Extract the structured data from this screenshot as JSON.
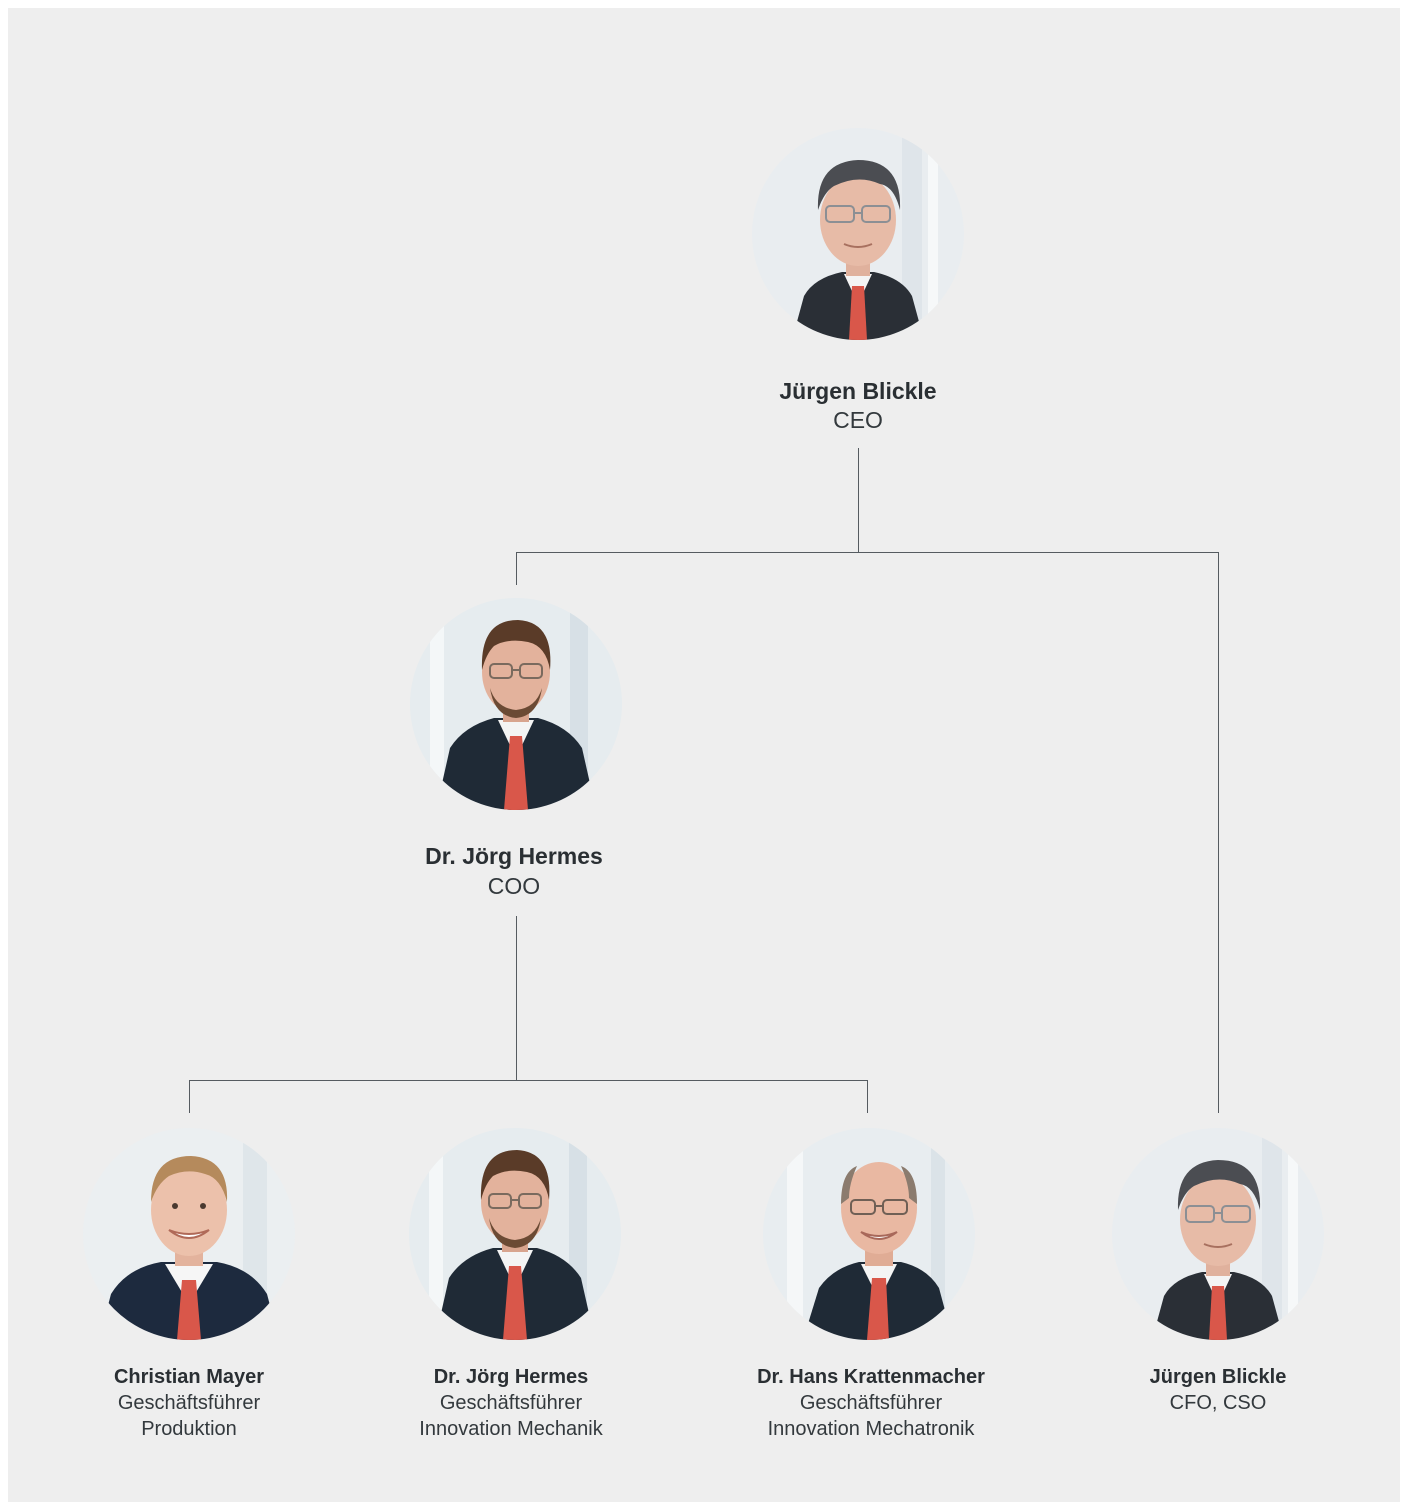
{
  "people": {
    "ceo": {
      "name": "Jürgen Blickle",
      "role_lines": [
        "CEO"
      ],
      "portrait_icon": "portrait-older-man-glasses"
    },
    "coo": {
      "name": "Dr. Jörg Hermes",
      "role_lines": [
        "COO"
      ],
      "portrait_icon": "portrait-bearded-man-glasses"
    },
    "produktion": {
      "name": "Christian Mayer",
      "role_lines": [
        "Geschäftsführer",
        "Produktion"
      ],
      "portrait_icon": "portrait-smiling-man"
    },
    "mechanik": {
      "name": "Dr. Jörg Hermes",
      "role_lines": [
        "Geschäftsführer",
        "Innovation Mechanik"
      ],
      "portrait_icon": "portrait-bearded-man-glasses"
    },
    "mechatronik": {
      "name": "Dr. Hans Krattenmacher",
      "role_lines": [
        "Geschäftsführer",
        "Innovation Mechatronik"
      ],
      "portrait_icon": "portrait-bald-man-glasses"
    },
    "cfo": {
      "name": "Jürgen Blickle",
      "role_lines": [
        "CFO, CSO"
      ],
      "portrait_icon": "portrait-older-man-glasses"
    }
  },
  "colors": {
    "background": "#eeeeee",
    "connector": "#555b60",
    "text": "#2a2f33",
    "tie": "#d9574a",
    "suit": "#1f2a36"
  }
}
